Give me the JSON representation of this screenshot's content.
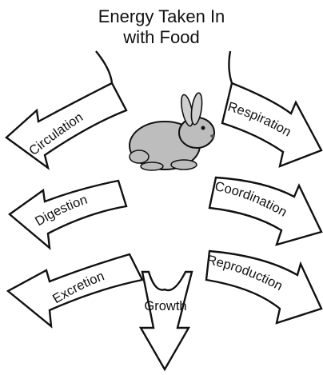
{
  "title": {
    "line1": "Energy Taken In",
    "line2": "with Food"
  },
  "center_image": "rabbit",
  "left_branches": [
    "Circulation",
    "Digestion",
    "Excretion"
  ],
  "right_branches": [
    "Respiration",
    "Coordination",
    "Reproduction"
  ],
  "bottom_branch": "Growth"
}
